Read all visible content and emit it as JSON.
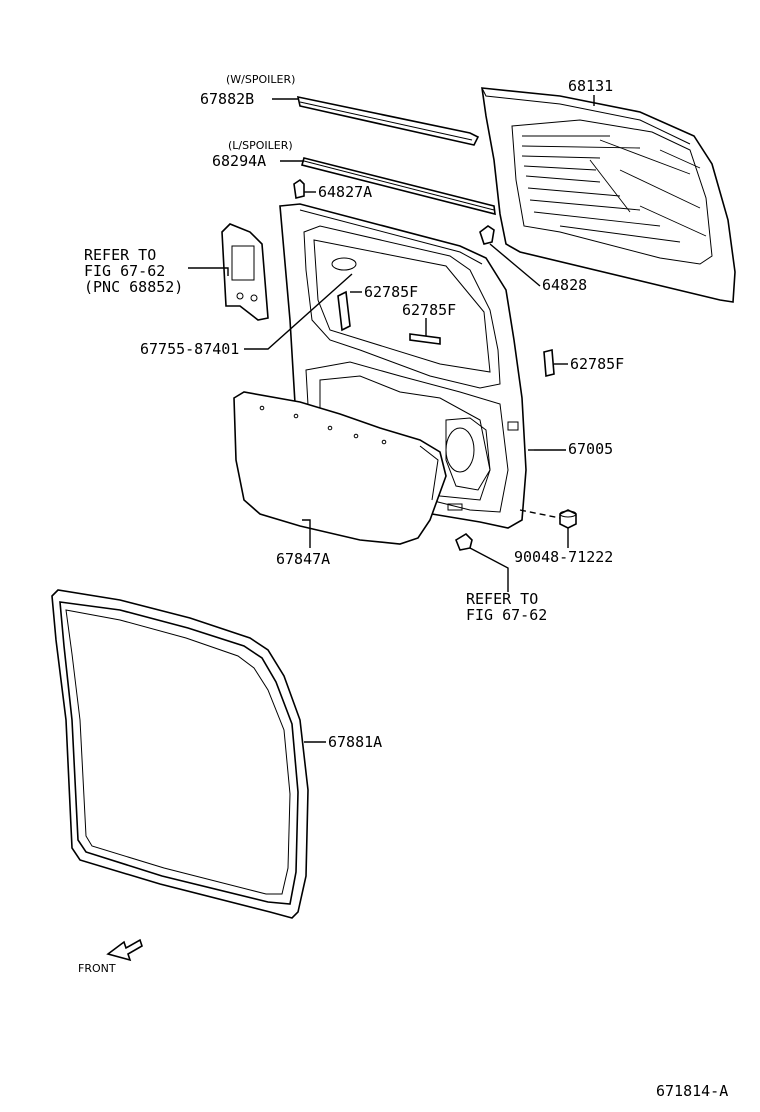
{
  "labels": {
    "w_spoiler": "(W/SPOILER)",
    "l_spoiler": "(L/SPOILER)",
    "p67882B": "67882B",
    "p68294A": "68294A",
    "p64827A": "64827A",
    "p68131": "68131",
    "p64828": "64828",
    "refer1_line1": "REFER TO",
    "refer1_line2": "FIG 67-62",
    "refer1_line3": "(PNC 68852)",
    "p62785F_a": "62785F",
    "p62785F_b": "62785F",
    "p62785F_c": "62785F",
    "p67755": "67755-87401",
    "p67005": "67005",
    "p67847A": "67847A",
    "p90048": "90048-71222",
    "refer2_line1": "REFER TO",
    "refer2_line2": "FIG 67-62",
    "p67881A": "67881A",
    "front": "FRONT",
    "diagram_id": "671814-A"
  },
  "icons": [
    "front-arrow-icon"
  ]
}
